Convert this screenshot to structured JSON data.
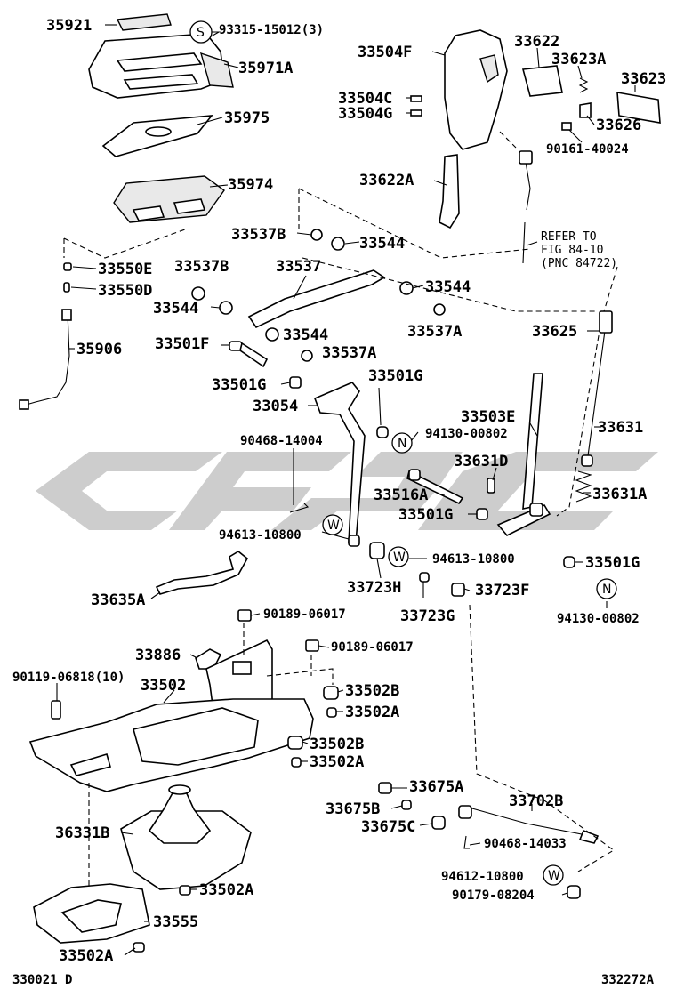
{
  "labels": {
    "p35921": "35921",
    "p93315": "93315-15012(3)",
    "p35971A": "35971A",
    "p35975": "35975",
    "p35974": "35974",
    "p33537B_1": "33537B",
    "p33544_1": "33544",
    "p33550E": "33550E",
    "p33537B_2": "33537B",
    "p33550D": "33550D",
    "p33537": "33537",
    "p33544_2": "33544",
    "p33544_3": "33544",
    "p33537A_1": "33537A",
    "p35906": "35906",
    "p33501F": "33501F",
    "p33544_4": "33544",
    "p33537A_2": "33537A",
    "p33501G_1": "33501G",
    "p33501G_2": "33501G",
    "p33054": "33054",
    "p94130_1": "94130-00802",
    "p90468_1": "90468-14004",
    "p94613_1": "94613-10800",
    "p33635A": "33635A",
    "p33723H": "33723H",
    "p94613_2": "94613-10800",
    "p33723F": "33723F",
    "p33723G": "33723G",
    "p90189_1": "90189-06017",
    "p90189_2": "90189-06017",
    "p33886": "33886",
    "p90119": "90119-06818(10)",
    "p33502": "33502",
    "p33502B_1": "33502B",
    "p33502A_1": "33502A",
    "p33502B_2": "33502B",
    "p33502A_2": "33502A",
    "p36331B": "36331B",
    "p33502A_3": "33502A",
    "p33555": "33555",
    "p33502A_4": "33502A",
    "p33504F": "33504F",
    "p33504C": "33504C",
    "p33504G": "33504G",
    "p33622A": "33622A",
    "p33622": "33622",
    "p33623A": "33623A",
    "p33623": "33623",
    "p33626": "33626",
    "p90161": "90161-40024",
    "refer1": "REFER TO",
    "refer2": "FIG 84-10",
    "refer3": "(PNC 84722)",
    "p33625": "33625",
    "p33503E": "33503E",
    "p33631": "33631",
    "p33631D": "33631D",
    "p33516A": "33516A",
    "p33631A": "33631A",
    "p33501G_3": "33501G",
    "p33501G_4": "33501G",
    "p94130_2": "94130-00802",
    "p33675A": "33675A",
    "p33702B": "33702B",
    "p33675B": "33675B",
    "p33675C": "33675C",
    "p90468_2": "90468-14033",
    "p94612": "94612-10800",
    "p90179": "90179-08204",
    "footer_left": "330021 D",
    "footer_right": "332272A"
  },
  "symbols": {
    "s": "S",
    "n": "N",
    "w": "W"
  },
  "colors": {
    "watermark": "#c4c4c4",
    "line": "#000000"
  }
}
